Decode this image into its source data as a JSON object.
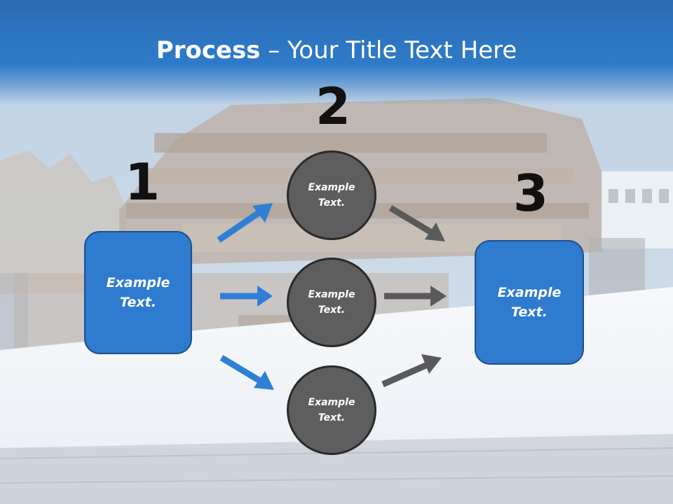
{
  "title": {
    "bold": "Process",
    "rest": " – Your Title Text Here"
  },
  "steps": {
    "one": "1",
    "two": "2",
    "three": "3"
  },
  "left_box": {
    "line1": "Example",
    "line2": "Text."
  },
  "circles": [
    {
      "line1": "Example",
      "line2": "Text."
    },
    {
      "line1": "Example",
      "line2": "Text."
    },
    {
      "line1": "Example",
      "line2": "Text."
    }
  ],
  "right_box": {
    "line1": "Example",
    "line2": "Text."
  },
  "colors": {
    "title_band": "#2f7bc9",
    "box_fill": "#2e7bd0",
    "box_border": "#1d4f8a",
    "circle_fill": "#5e5e5e",
    "blue_arrow": "#2f7fd6",
    "gray_arrow": "#5a5a5a"
  }
}
